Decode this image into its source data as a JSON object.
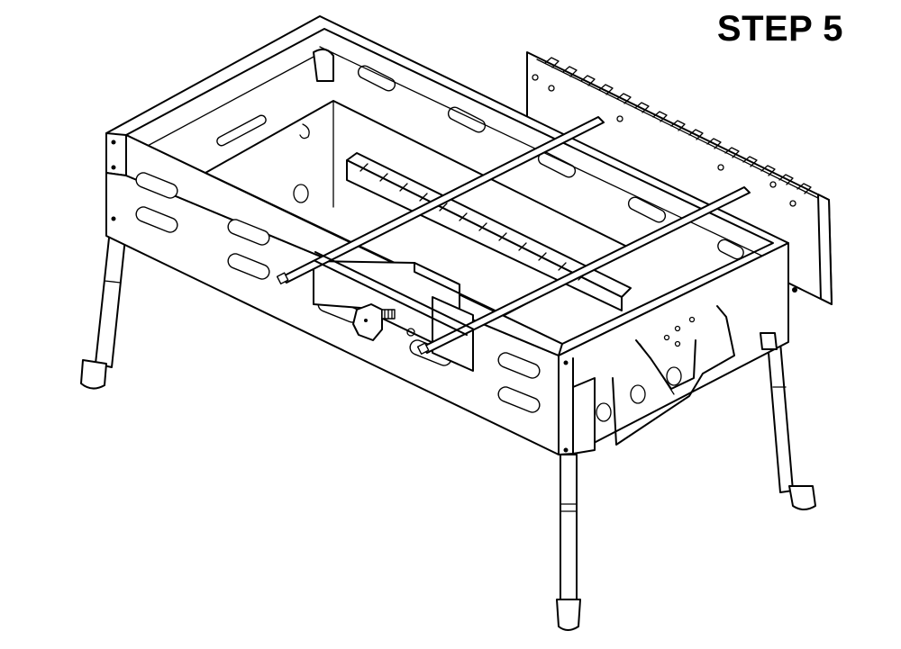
{
  "instruction": {
    "step_label": "STEP 5"
  },
  "illustration": {
    "subject": "grill-assembly-drawing",
    "parts": [
      "grill-body",
      "side-panel",
      "rotisserie-skewers",
      "skewer-rack",
      "motor-box",
      "knob",
      "legs",
      "handle-wire"
    ]
  },
  "colors": {
    "line": "#000000",
    "fill": "#ffffff"
  }
}
